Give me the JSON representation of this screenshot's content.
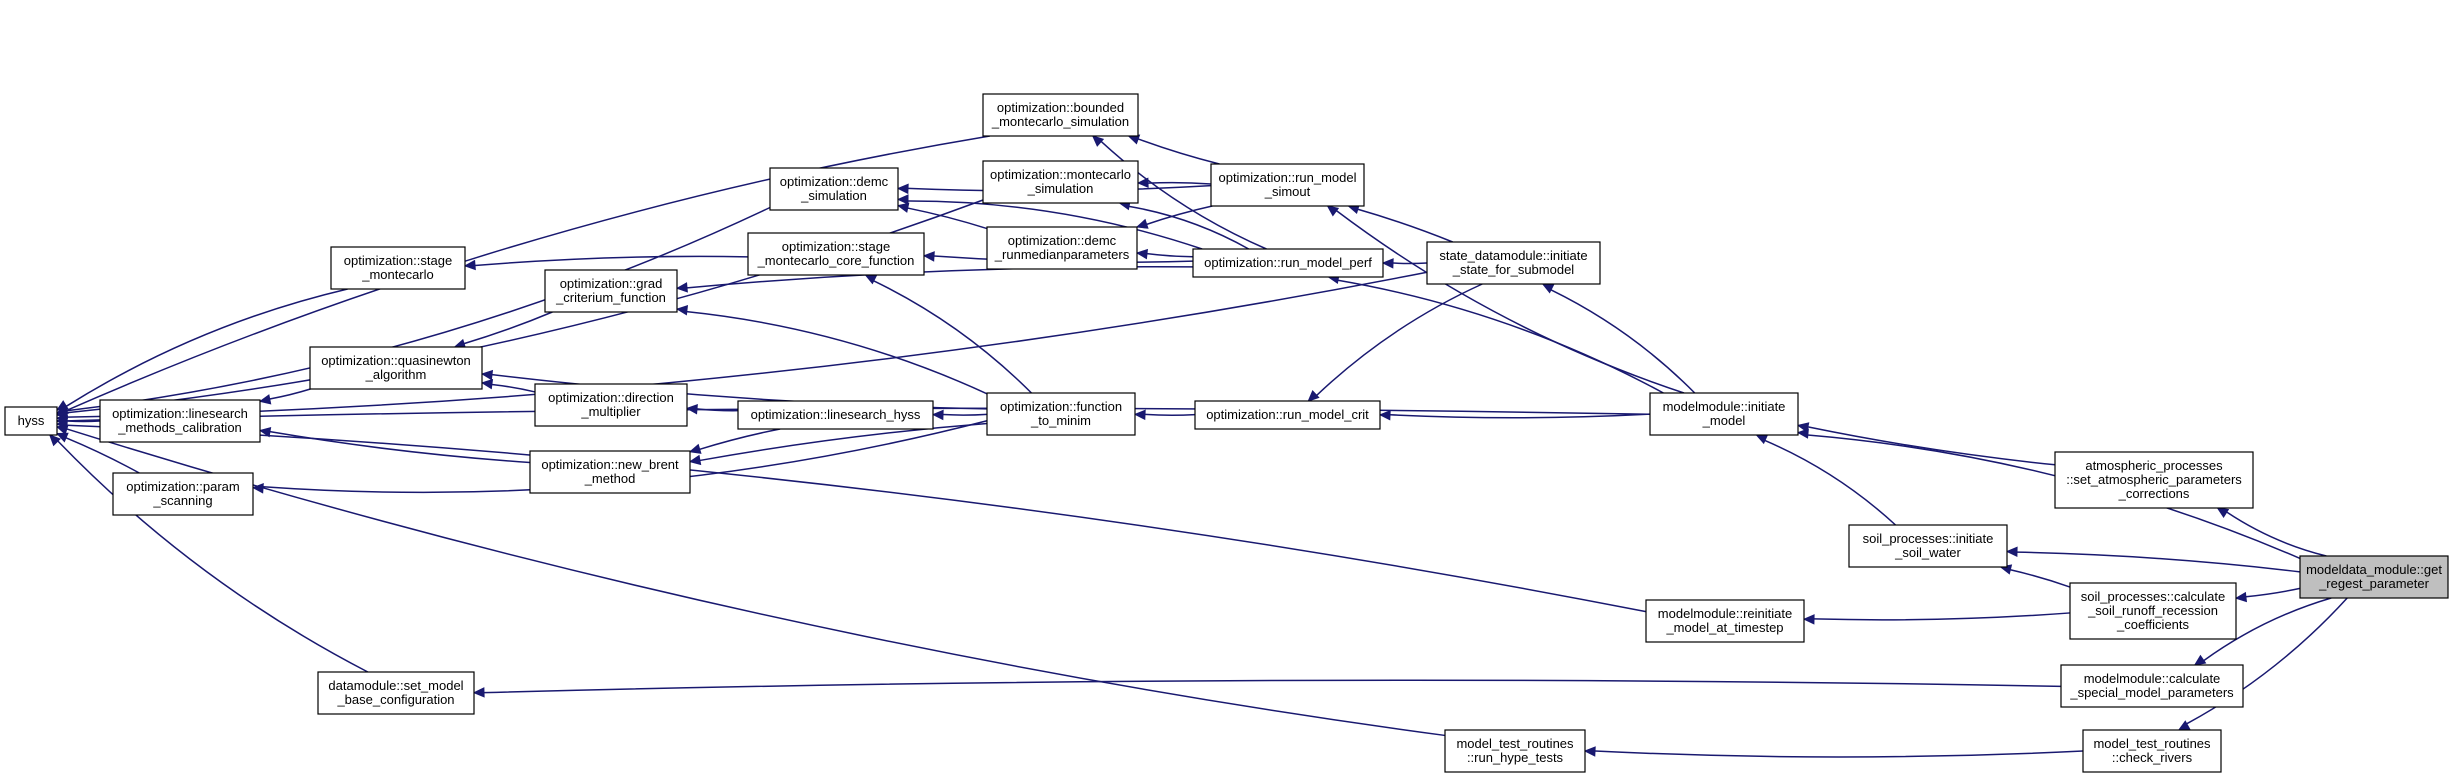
{
  "nodes": [
    {
      "id": "hyss",
      "lines": [
        "hyss"
      ]
    },
    {
      "id": "linesearch_calib",
      "lines": [
        "optimization::linesearch",
        "_methods_calibration"
      ]
    },
    {
      "id": "param_scanning",
      "lines": [
        "optimization::param",
        "_scanning"
      ]
    },
    {
      "id": "quasinewton",
      "lines": [
        "optimization::quasinewton",
        "_algorithm"
      ]
    },
    {
      "id": "stage_mc",
      "lines": [
        "optimization::stage",
        "_montecarlo"
      ]
    },
    {
      "id": "grad_crit",
      "lines": [
        "optimization::grad",
        "_criterium_function"
      ]
    },
    {
      "id": "direction_mult",
      "lines": [
        "optimization::direction",
        "_multiplier"
      ]
    },
    {
      "id": "new_brent",
      "lines": [
        "optimization::new_brent",
        "_method"
      ]
    },
    {
      "id": "stage_mc_core",
      "lines": [
        "optimization::stage",
        "_montecarlo_core_function"
      ]
    },
    {
      "id": "linesearch_hyss",
      "lines": [
        "optimization::linesearch_hyss"
      ]
    },
    {
      "id": "demc_sim",
      "lines": [
        "optimization::demc",
        "_simulation"
      ]
    },
    {
      "id": "bounded_mc",
      "lines": [
        "optimization::bounded",
        "_montecarlo_simulation"
      ]
    },
    {
      "id": "mc_sim",
      "lines": [
        "optimization::montecarlo",
        "_simulation"
      ]
    },
    {
      "id": "demc_runmedian",
      "lines": [
        "optimization::demc",
        "_runmedianparameters"
      ]
    },
    {
      "id": "function_to_minim",
      "lines": [
        "optimization::function",
        "_to_minim"
      ]
    },
    {
      "id": "run_model_simout",
      "lines": [
        "optimization::run_model",
        "_simout"
      ]
    },
    {
      "id": "run_model_perf",
      "lines": [
        "optimization::run_model_perf"
      ]
    },
    {
      "id": "run_model_crit",
      "lines": [
        "optimization::run_model_crit"
      ]
    },
    {
      "id": "initiate_state",
      "lines": [
        "state_datamodule::initiate",
        "_state_for_submodel"
      ]
    },
    {
      "id": "initiate_model",
      "lines": [
        "modelmodule::initiate",
        "_model"
      ]
    },
    {
      "id": "datamodule_set",
      "lines": [
        "datamodule::set_model",
        "_base_configuration"
      ]
    },
    {
      "id": "reinitiate_model",
      "lines": [
        "modelmodule::reinitiate",
        "_model_at_timestep"
      ]
    },
    {
      "id": "run_hype_tests",
      "lines": [
        "model_test_routines",
        "::run_hype_tests"
      ]
    },
    {
      "id": "soil_initiate",
      "lines": [
        "soil_processes::initiate",
        "_soil_water"
      ]
    },
    {
      "id": "set_atmos",
      "lines": [
        "atmospheric_processes",
        "::set_atmospheric_parameters",
        "_corrections"
      ]
    },
    {
      "id": "soil_calc",
      "lines": [
        "soil_processes::calculate",
        "_soil_runoff_recession",
        "_coefficients"
      ]
    },
    {
      "id": "calc_special",
      "lines": [
        "modelmodule::calculate",
        "_special_model_parameters"
      ]
    },
    {
      "id": "check_rivers",
      "lines": [
        "model_test_routines",
        "::check_rivers"
      ]
    },
    {
      "id": "get_regest",
      "lines": [
        "modeldata_module::get",
        "_regest_parameter"
      ],
      "target": true
    }
  ],
  "edges": [
    [
      "linesearch_calib",
      "hyss"
    ],
    [
      "param_scanning",
      "hyss"
    ],
    [
      "quasinewton",
      "linesearch_calib"
    ],
    [
      "stage_mc",
      "hyss"
    ],
    [
      "grad_crit",
      "quasinewton"
    ],
    [
      "direction_mult",
      "quasinewton"
    ],
    [
      "new_brent",
      "linesearch_calib"
    ],
    [
      "stage_mc_core",
      "stage_mc"
    ],
    [
      "linesearch_hyss",
      "direction_mult"
    ],
    [
      "linesearch_hyss",
      "new_brent"
    ],
    [
      "demc_sim",
      "hyss"
    ],
    [
      "bounded_mc",
      "hyss"
    ],
    [
      "mc_sim",
      "hyss"
    ],
    [
      "demc_runmedian",
      "demc_sim"
    ],
    [
      "function_to_minim",
      "quasinewton"
    ],
    [
      "function_to_minim",
      "grad_crit"
    ],
    [
      "function_to_minim",
      "linesearch_hyss"
    ],
    [
      "function_to_minim",
      "new_brent"
    ],
    [
      "function_to_minim",
      "param_scanning"
    ],
    [
      "function_to_minim",
      "stage_mc_core"
    ],
    [
      "run_model_simout",
      "bounded_mc"
    ],
    [
      "run_model_simout",
      "mc_sim"
    ],
    [
      "run_model_simout",
      "demc_sim"
    ],
    [
      "run_model_simout",
      "demc_runmedian"
    ],
    [
      "run_model_perf",
      "demc_runmedian"
    ],
    [
      "run_model_perf",
      "mc_sim"
    ],
    [
      "run_model_perf",
      "bounded_mc"
    ],
    [
      "run_model_perf",
      "demc_sim"
    ],
    [
      "run_model_perf",
      "stage_mc_core"
    ],
    [
      "run_model_perf",
      "grad_crit"
    ],
    [
      "run_model_crit",
      "function_to_minim"
    ],
    [
      "initiate_state",
      "run_model_simout"
    ],
    [
      "initiate_state",
      "run_model_perf"
    ],
    [
      "initiate_state",
      "run_model_crit"
    ],
    [
      "initiate_state",
      "hyss"
    ],
    [
      "initiate_model",
      "initiate_state"
    ],
    [
      "initiate_model",
      "run_model_simout"
    ],
    [
      "initiate_model",
      "run_model_perf"
    ],
    [
      "initiate_model",
      "run_model_crit"
    ],
    [
      "initiate_model",
      "hyss"
    ],
    [
      "datamodule_set",
      "hyss"
    ],
    [
      "reinitiate_model",
      "hyss"
    ],
    [
      "run_hype_tests",
      "hyss"
    ],
    [
      "soil_initiate",
      "initiate_model"
    ],
    [
      "set_atmos",
      "initiate_model"
    ],
    [
      "soil_calc",
      "soil_initiate"
    ],
    [
      "soil_calc",
      "reinitiate_model"
    ],
    [
      "calc_special",
      "datamodule_set"
    ],
    [
      "check_rivers",
      "run_hype_tests"
    ],
    [
      "get_regest",
      "initiate_model"
    ],
    [
      "get_regest",
      "set_atmos"
    ],
    [
      "get_regest",
      "soil_initiate"
    ],
    [
      "get_regest",
      "soil_calc"
    ],
    [
      "get_regest",
      "calc_special"
    ],
    [
      "get_regest",
      "check_rivers"
    ]
  ]
}
